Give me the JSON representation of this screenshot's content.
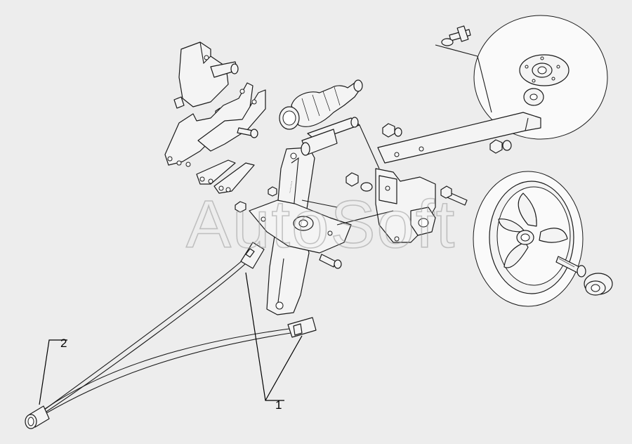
{
  "watermark": "AutoSoft",
  "callouts": [
    {
      "id": "1",
      "label": "1"
    },
    {
      "id": "2",
      "label": "2"
    }
  ],
  "colors": {
    "background": "#ededed",
    "ink": "#1a1a1a",
    "watermark": "#9a9a9a"
  }
}
